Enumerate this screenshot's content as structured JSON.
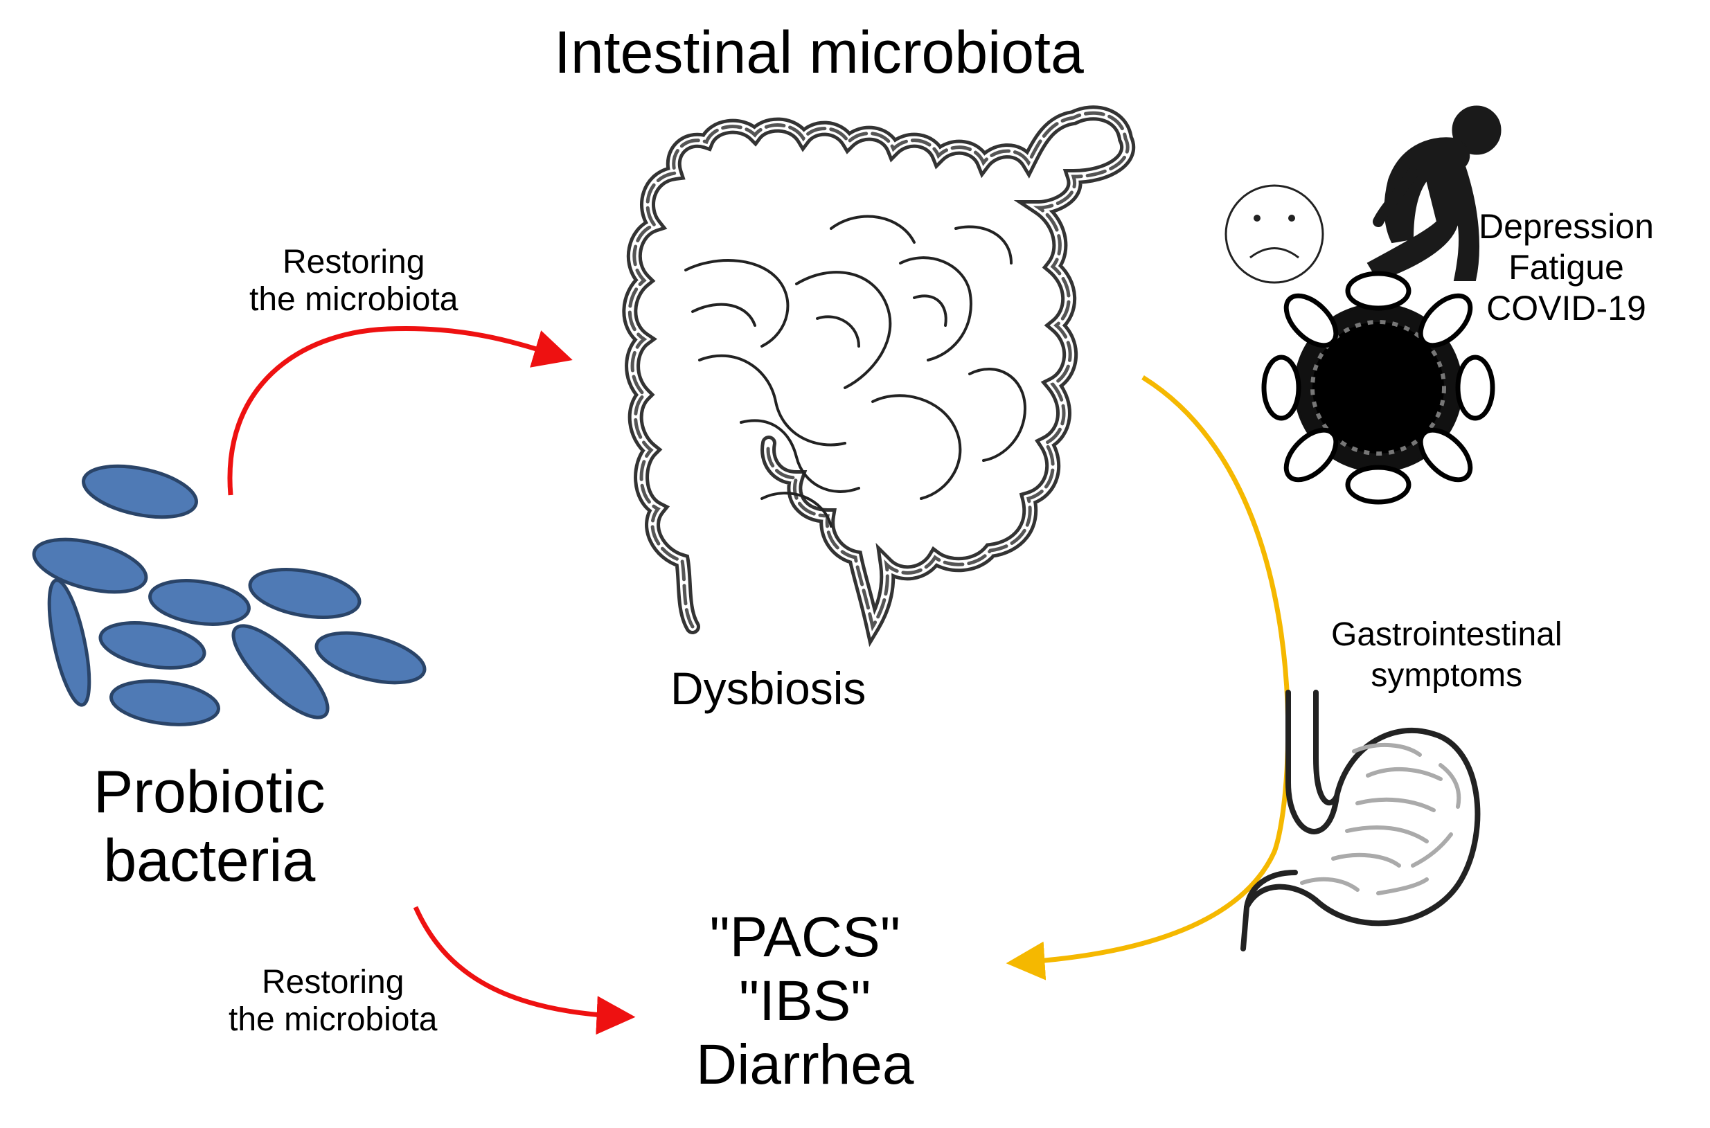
{
  "title": "Intestinal microbiota",
  "arrow_label_top": [
    "Restoring",
    "the microbiota"
  ],
  "arrow_label_bottom": [
    "Restoring",
    "the microbiota"
  ],
  "gut_state": "Dysbiosis",
  "probiotic": [
    "Probiotic",
    "bacteria"
  ],
  "disorders": [
    "\"PACS\"",
    "\"IBS\"",
    "Diarrhea"
  ],
  "symptoms": [
    "Depression",
    "Fatigue",
    "COVID-19"
  ],
  "gi_symptoms": [
    "Gastrointestinal",
    "symptoms"
  ],
  "colors": {
    "bacteria_fill": "#4f7ab5",
    "bacteria_stroke": "#2a4468",
    "restoring_arrow": "#ee1111",
    "symptom_arrow": "#f5b800"
  },
  "icons": [
    "bacteria-cluster-icon",
    "intestine-icon",
    "sad-face-icon",
    "fatigued-person-icon",
    "virus-icon",
    "stomach-icon"
  ]
}
